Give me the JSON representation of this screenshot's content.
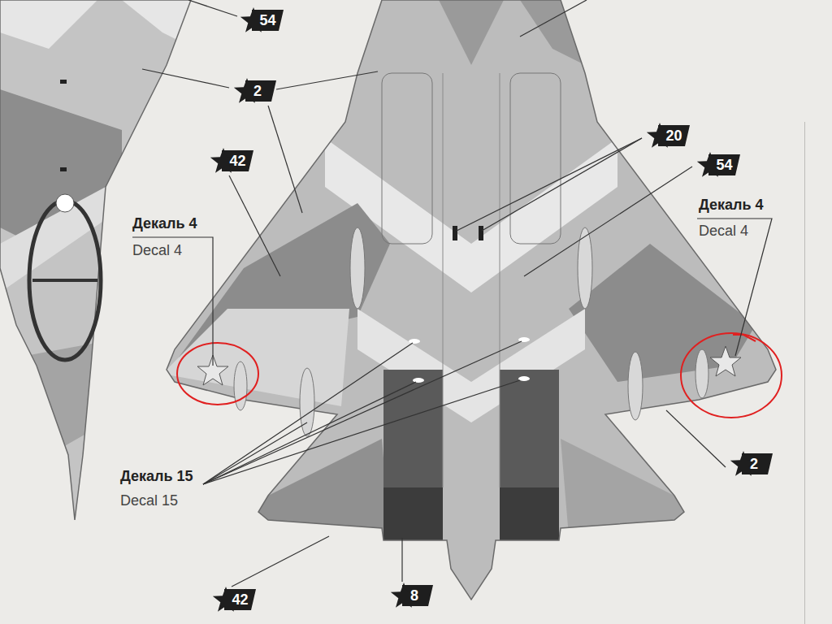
{
  "diagram": {
    "nodes": [
      {
        "text": [
          "54"
        ]
      },
      {
        "text": [
          "2"
        ]
      },
      {
        "text": [
          "20"
        ]
      },
      {
        "text": [
          "42"
        ]
      },
      {
        "text": [
          "54"
        ]
      },
      {
        "text": [
          "2"
        ]
      },
      {
        "text": [
          "8"
        ]
      },
      {
        "text": [
          "42"
        ]
      }
    ],
    "labels": [
      "Декаль 4",
      "Decal 4",
      "Декаль 4",
      "Decal 4",
      "Декаль 15",
      "Decal 15"
    ]
  }
}
